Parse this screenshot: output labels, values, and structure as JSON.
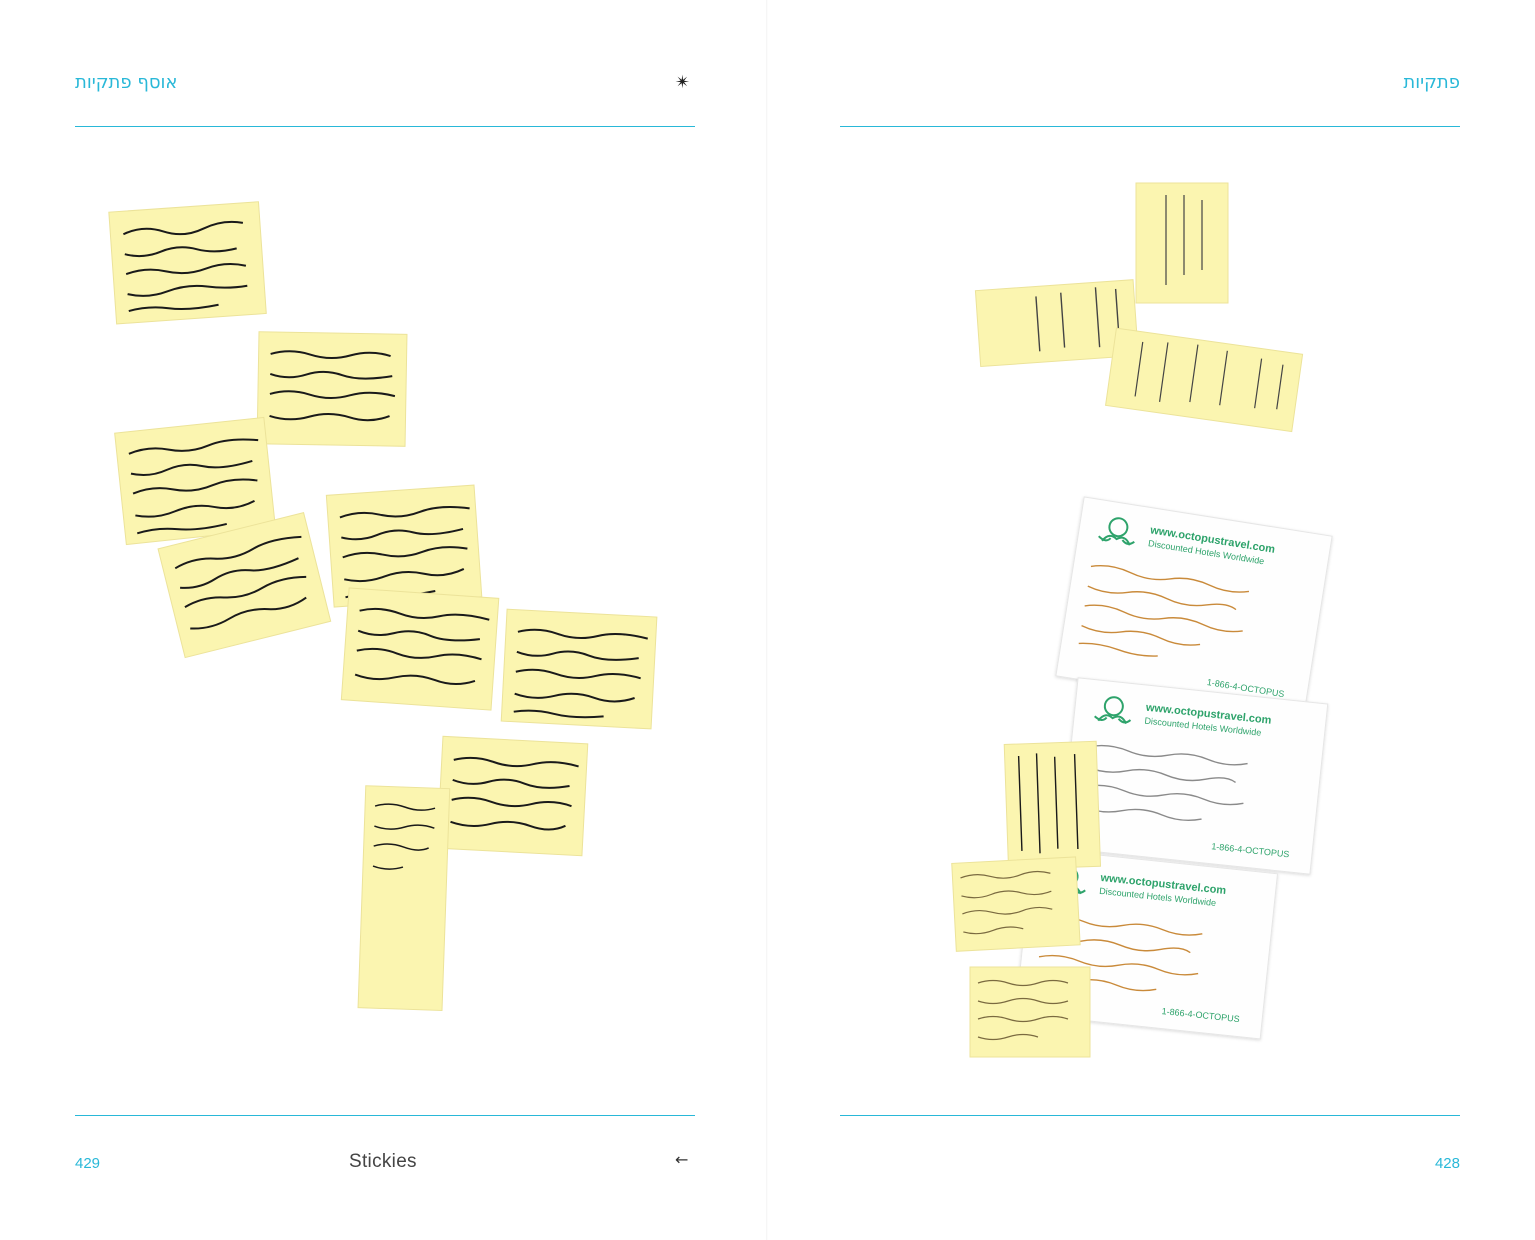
{
  "left_page": {
    "header_title": "אוסף פתקיות",
    "ornament": "✴",
    "folio": "429",
    "running_title": "Stickies",
    "nav_arrow": "←"
  },
  "right_page": {
    "header_title": "פתקיות",
    "folio": "428",
    "cards": [
      {
        "url": "www.octopustravel.com",
        "tagline": "Discounted Hotels Worldwide",
        "phone": "1-866-4-OCTOPUS"
      },
      {
        "url": "www.octopustravel.com",
        "tagline": "Discounted Hotels Worldwide",
        "phone": "1-866-4-OCTOPUS"
      },
      {
        "url": "www.octopustravel.com",
        "tagline": "Discounted Hotels Worldwide",
        "phone": "1-866-4-OCTOPUS"
      }
    ]
  },
  "colors": {
    "accent": "#29b8d8",
    "sticky_note": "#fbf5b0",
    "card_logo": "#2ea36b",
    "ink": "#1a1a1a",
    "card_ink": "#c98a3a"
  },
  "icons": [
    "star-ornament-icon",
    "arrow-left-icon",
    "octopus-logo-icon"
  ]
}
